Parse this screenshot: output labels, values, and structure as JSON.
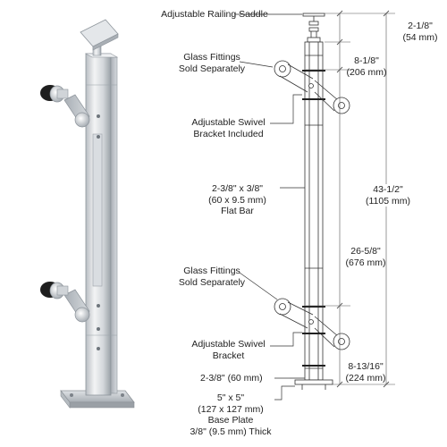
{
  "colors": {
    "steel_light": "#e9ebed",
    "steel_mid": "#c3c8cd",
    "steel_dark": "#8d949b",
    "line": "#333333",
    "dim_line": "#555555",
    "rubber": "#202020"
  },
  "labels": {
    "saddle": "Adjustable Railing Saddle",
    "fittings_top": [
      "Glass Fittings",
      "Sold Separately"
    ],
    "swivel_top": [
      "Adjustable Swivel",
      "Bracket Included"
    ],
    "flatbar": [
      "2-3/8\" x 3/8\"",
      "(60 x 9.5 mm)",
      "Flat Bar"
    ],
    "fittings_bottom": [
      "Glass Fittings",
      "Sold Separately"
    ],
    "swivel_bottom": [
      "Adjustable Swivel",
      "Bracket"
    ],
    "width_dim": "2-3/8\" (60 mm)",
    "base_plate": [
      "5\" x 5\"",
      "(127 x 127 mm)",
      "Base Plate",
      "3/8\" (9.5 mm) Thick"
    ]
  },
  "dimensions": {
    "saddle_height": [
      "2-1/8\"",
      "(54 mm)"
    ],
    "upper_spacing": [
      "8-1/8\"",
      "(206 mm)"
    ],
    "total_height": [
      "43-1/2\"",
      "(1105 mm)"
    ],
    "mid_spacing": [
      "26-5/8\"",
      "(676 mm)"
    ],
    "lower_spacing": [
      "8-13/16\"",
      "(224 mm)"
    ]
  }
}
